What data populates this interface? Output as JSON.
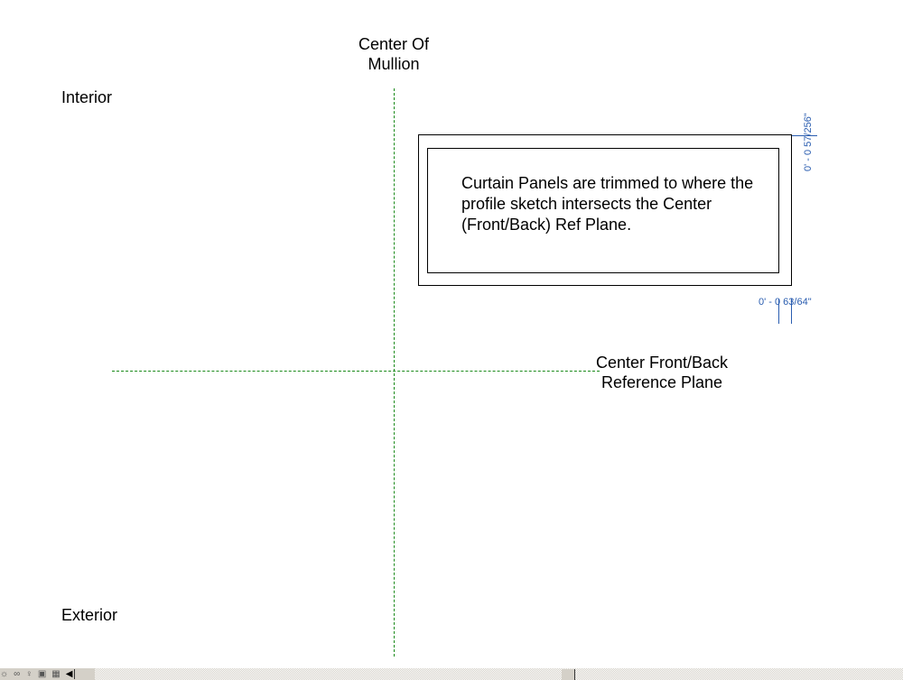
{
  "labels": {
    "center_of_mullion": "Center Of\nMullion",
    "interior": "Interior",
    "exterior": "Exterior",
    "center_ref_plane": "Center Front/Back\nReference Plane"
  },
  "note": "Curtain Panels are trimmed to where the profile sketch intersects the Center (Front/Back) Ref Plane.",
  "dimensions": {
    "vertical": "0' - 0 57/256\"",
    "horizontal": "0' - 0 63/64\""
  },
  "statusbar": {
    "icons": [
      "sun-icon",
      "link-icon",
      "light-icon",
      "crop-icon",
      "grid-icon"
    ],
    "scroll_left": "◀"
  }
}
